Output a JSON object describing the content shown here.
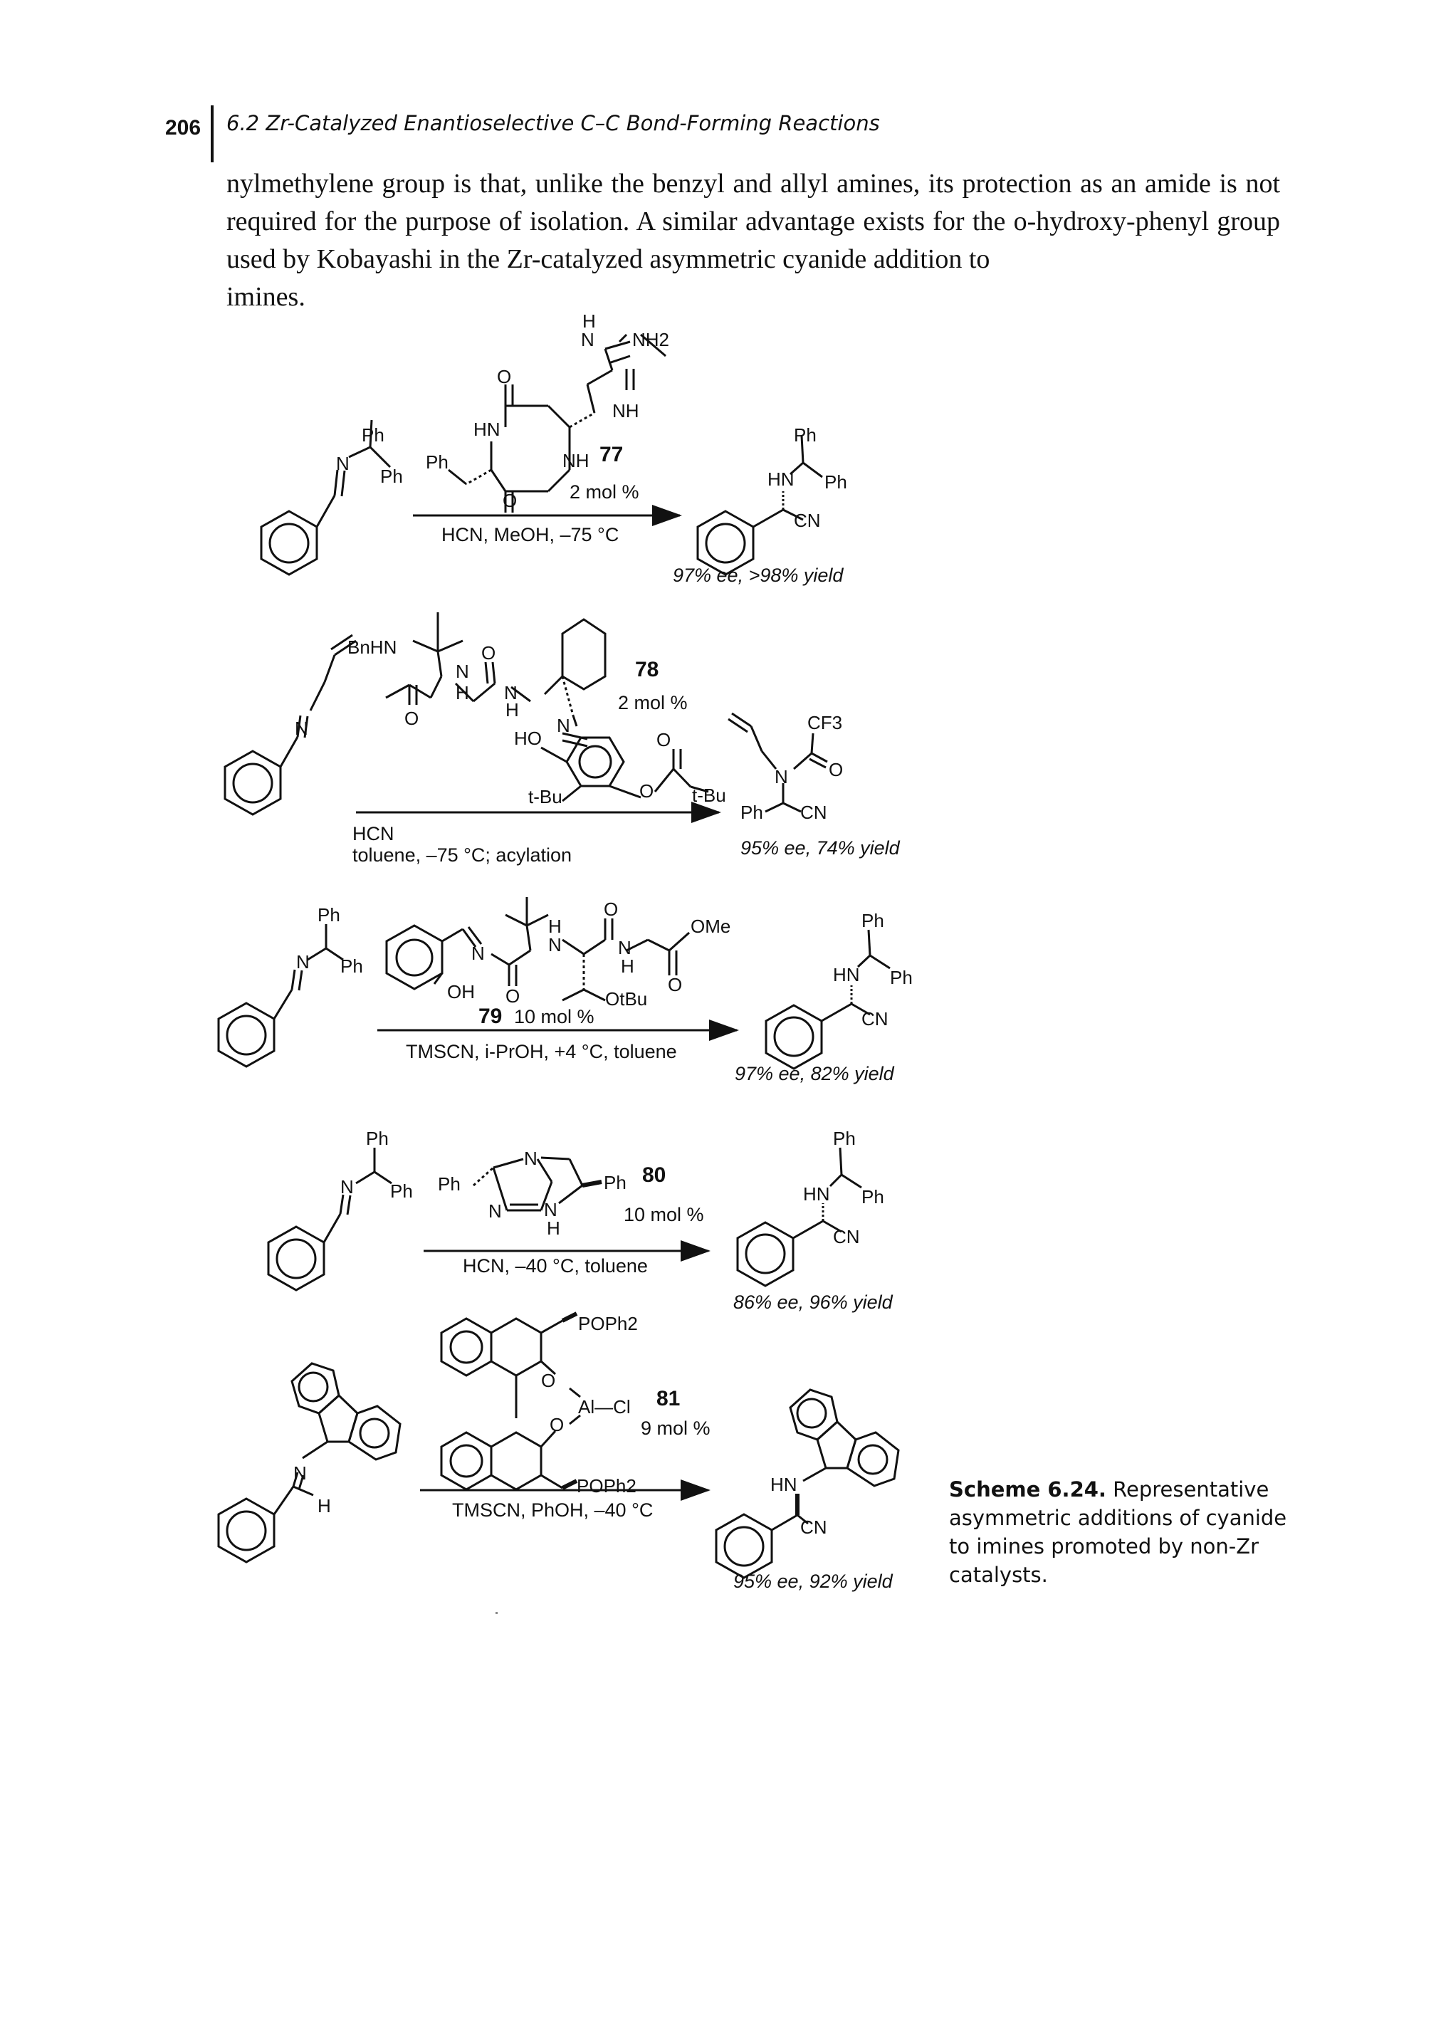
{
  "header": {
    "page_number": "206",
    "running_title": "6.2 Zr-Catalyzed Enantioselective C–C Bond-Forming Reactions"
  },
  "body": {
    "paragraph": "nylmethylene group is that, unlike the benzyl and allyl amines, its protection as an amide is not required for the purpose of isolation. A similar advantage exists for the o-hydroxy-phenyl group used by Kobayashi in the Zr-catalyzed asymmetric cyanide addition to",
    "paragraph_end": "imines."
  },
  "scheme": {
    "reactions": [
      {
        "catalyst_number": "77",
        "loading": "2 mol %",
        "conditions": "HCN, MeOH, –75 °C",
        "result": "97% ee, >98% yield"
      },
      {
        "catalyst_number": "78",
        "loading": "2 mol %",
        "conditions_line1": "HCN",
        "conditions_line2": "toluene, –75 °C; acylation",
        "result": "95% ee, 74% yield"
      },
      {
        "catalyst_number": "79",
        "loading": "10 mol %",
        "conditions": "TMSCN, i-PrOH, +4 °C, toluene",
        "result": "97% ee, 82% yield"
      },
      {
        "catalyst_number": "80",
        "loading": "10 mol %",
        "conditions": "HCN, –40 °C, toluene",
        "result": "86% ee, 96% yield"
      },
      {
        "catalyst_number": "81",
        "loading": "9 mol %",
        "conditions": "TMSCN, PhOH, –40 °C",
        "result": "95% ee, 92% yield"
      }
    ],
    "atom_labels": {
      "ph": "Ph",
      "n": "N",
      "hn": "HN",
      "h": "H",
      "cn": "CN",
      "o": "O",
      "nh": "NH",
      "nh2": "NH2",
      "cf3": "CF3",
      "tbu": "t-Bu",
      "ho": "HO",
      "bnhn": "BnHN",
      "ome": "OMe",
      "otbu": "OtBu",
      "oh": "OH",
      "al_cl": "Al—Cl",
      "poph2": "POPh2"
    }
  },
  "caption": {
    "label": "Scheme 6.24.",
    "text": "Representative asymmetric additions of cyanide to imines promoted by non-Zr catalysts."
  }
}
